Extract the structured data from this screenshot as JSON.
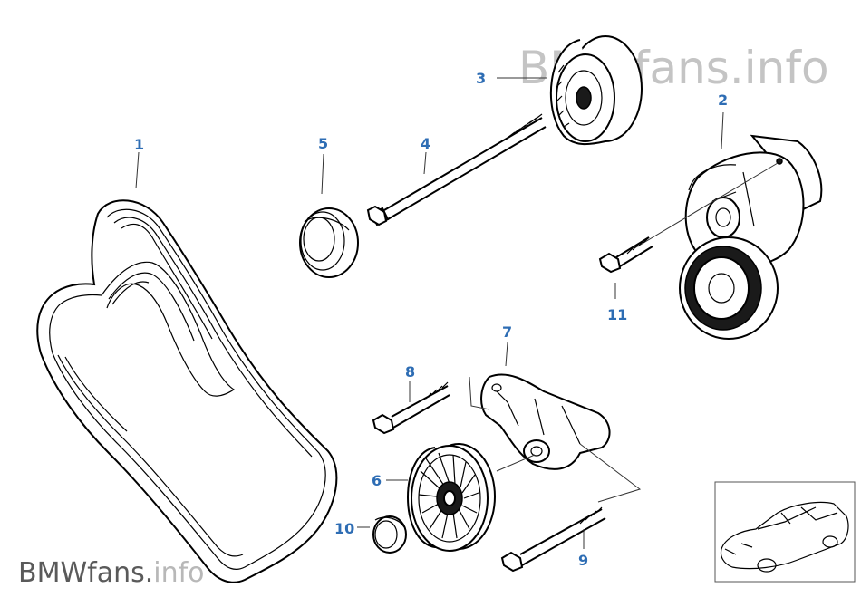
{
  "watermark": {
    "top": "BMWfans.info",
    "bottom_a": "BMWfans.",
    "bottom_b": "info"
  },
  "callouts": [
    {
      "id": "1",
      "label": "1"
    },
    {
      "id": "2",
      "label": "2"
    },
    {
      "id": "3",
      "label": "3"
    },
    {
      "id": "4",
      "label": "4"
    },
    {
      "id": "5",
      "label": "5"
    },
    {
      "id": "6",
      "label": "6"
    },
    {
      "id": "7",
      "label": "7"
    },
    {
      "id": "8",
      "label": "8"
    },
    {
      "id": "9",
      "label": "9"
    },
    {
      "id": "10",
      "label": "10"
    },
    {
      "id": "11",
      "label": "11"
    }
  ],
  "colors": {
    "callout": "#2e6db4",
    "watermark_light": "#c4c4c4",
    "watermark_dark": "#5a5a5a"
  }
}
